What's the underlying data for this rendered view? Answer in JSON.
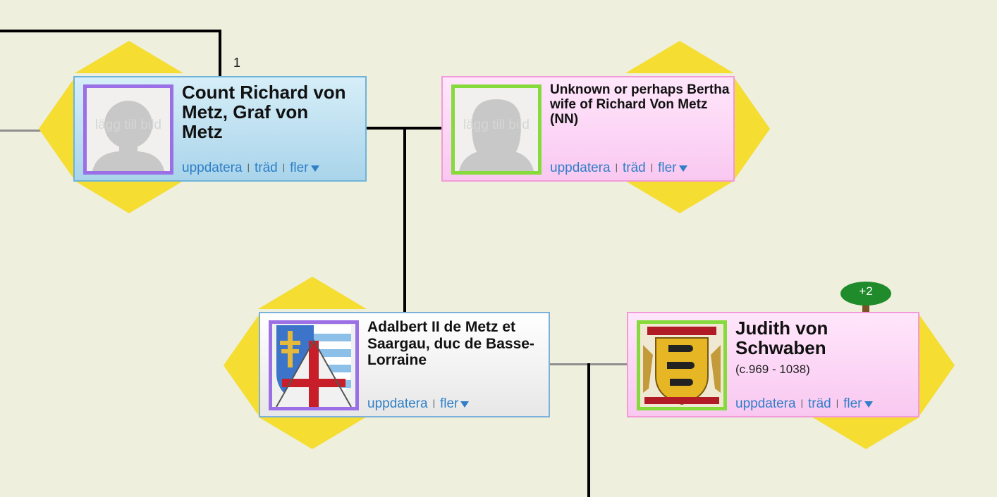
{
  "generation_number": "1",
  "people": {
    "richard": {
      "name": "Count Richard von Metz, Graf von Metz",
      "photo_placeholder": "lägg till bild",
      "link_update": "uppdatera",
      "link_tree": "träd",
      "link_more": "fler"
    },
    "bertha": {
      "name": "Unknown or perhaps Bertha wife of Richard Von Metz (NN)",
      "photo_placeholder": "lägg till bild",
      "link_update": "uppdatera",
      "link_tree": "träd",
      "link_more": "fler"
    },
    "adalbert": {
      "name": "Adalbert II de Metz et Saargau, duc de Basse-Lorraine",
      "link_update": "uppdatera",
      "link_more": "fler"
    },
    "judith": {
      "name": "Judith von Schwaben",
      "dates": "(c.969 - 1038)",
      "link_update": "uppdatera",
      "link_tree": "träd",
      "link_more": "fler",
      "tree_badge": "+2"
    }
  },
  "colors": {
    "background": "#eeefdc",
    "arrow": "#f5dd32",
    "male_border": "#6fb3d9",
    "female_border": "#f29bd8",
    "link": "#2f7fc7",
    "photo_border_male": "#9b6fe6",
    "photo_border_female": "#86da3c"
  }
}
